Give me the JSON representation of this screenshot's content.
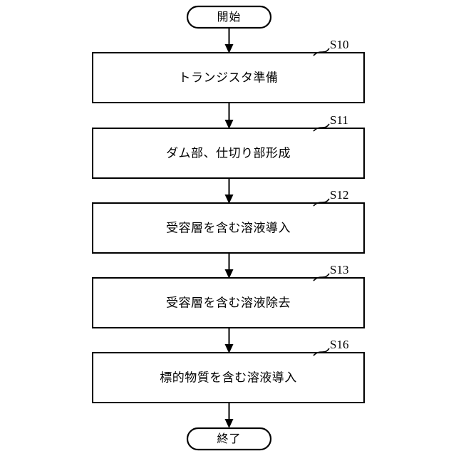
{
  "diagram": {
    "type": "flowchart",
    "orientation": "vertical",
    "background_color": "#ffffff",
    "line_color": "#000000",
    "start_terminal": {
      "label": "開始",
      "shape": "stadium"
    },
    "end_terminal": {
      "label": "終了",
      "shape": "stadium"
    },
    "steps": [
      {
        "step_id": "S10",
        "label": "トランジスタ準備"
      },
      {
        "step_id": "S11",
        "label": "ダム部、仕切り部形成"
      },
      {
        "step_id": "S12",
        "label": "受容層を含む溶液導入"
      },
      {
        "step_id": "S13",
        "label": "受容層を含む溶液除去"
      },
      {
        "step_id": "S16",
        "label": "標的物質を含む溶液導入"
      }
    ]
  }
}
